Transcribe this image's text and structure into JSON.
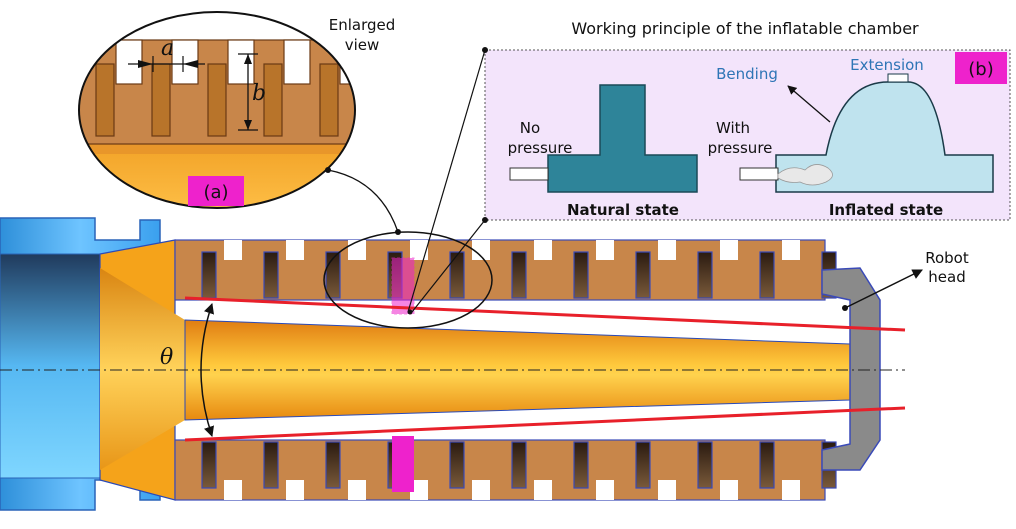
{
  "title": "Working principle of the inflatable chamber",
  "panel_a": {
    "tag": "(a)",
    "label": "Enlarged view",
    "dim_a": "a",
    "dim_b": "b"
  },
  "panel_b": {
    "tag": "(b)",
    "no_pressure": [
      "No",
      "pressure"
    ],
    "with_pressure": [
      "With",
      "pressure"
    ],
    "natural_state": "Natural state",
    "inflated_state": "Inflated state",
    "bending": "Bending",
    "extension": "Extension"
  },
  "main": {
    "angle": "θ",
    "robot_head": [
      "Robot",
      "head"
    ]
  },
  "colors": {
    "orange": "#f5a31a",
    "orange_light": "#ffc94a",
    "bellows": "#c8864a",
    "bellows_edge": "#6a3a14",
    "blue_base": "#4aa3ef",
    "gray_head": "#8a8a8a",
    "magenta": "#ee22cc",
    "red_line": "#e8202a",
    "panel_b_bg": "#f3e4fb",
    "teal": "#2e8499",
    "light_blue": "#bfe3ee",
    "blue_text": "#2e75b6"
  }
}
